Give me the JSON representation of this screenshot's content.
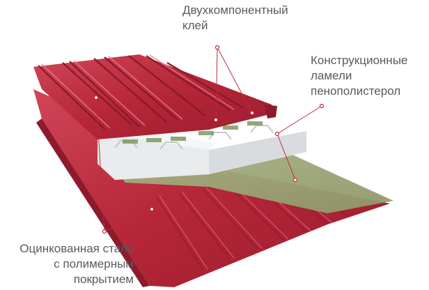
{
  "labels": {
    "glue": [
      "Двухкомпонентный",
      "клей"
    ],
    "foam": [
      "Конструкционные",
      "ламели",
      "пенополистерол"
    ],
    "steel": [
      "Оцинкованная сталь",
      "с полимерным",
      "покрытием"
    ]
  },
  "colors": {
    "steel_red": "#b8283b",
    "steel_dark": "#8e1a2b",
    "steel_light": "#d65468",
    "foam": "#e4e6e8",
    "foam_shadow": "#c9ccd0",
    "film": "#9aa573",
    "leader": "#c0283c",
    "text": "#555b60"
  }
}
